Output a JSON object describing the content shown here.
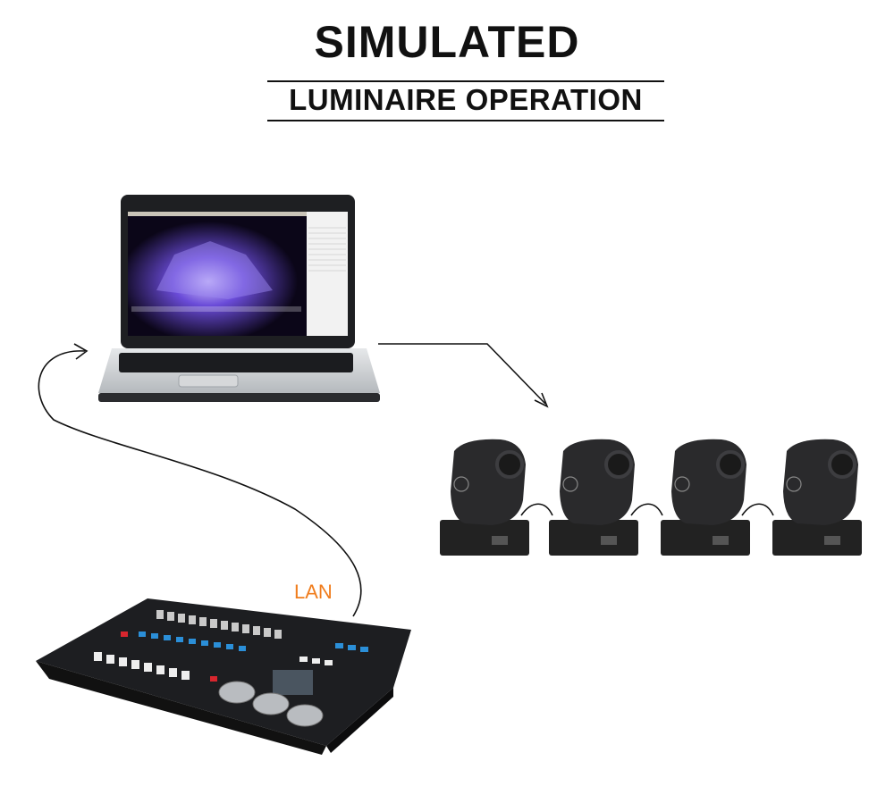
{
  "header": {
    "title": "SIMULATED",
    "subtitle": "LUMINAIRE OPERATION"
  },
  "labels": {
    "lan": "LAN"
  },
  "devices": {
    "laptop": {
      "name": "laptop-computer"
    },
    "console": {
      "name": "dmx-lighting-console"
    },
    "fixtures": [
      {
        "name": "moving-head-1"
      },
      {
        "name": "moving-head-2"
      },
      {
        "name": "moving-head-3"
      },
      {
        "name": "moving-head-4"
      }
    ]
  },
  "colors": {
    "text": "#111111",
    "lan_label": "#f07d1d",
    "connector": "#111111",
    "screen_glow": "#6a4bd8",
    "console_blue": "#2b8fd8",
    "console_red": "#d8262e"
  }
}
